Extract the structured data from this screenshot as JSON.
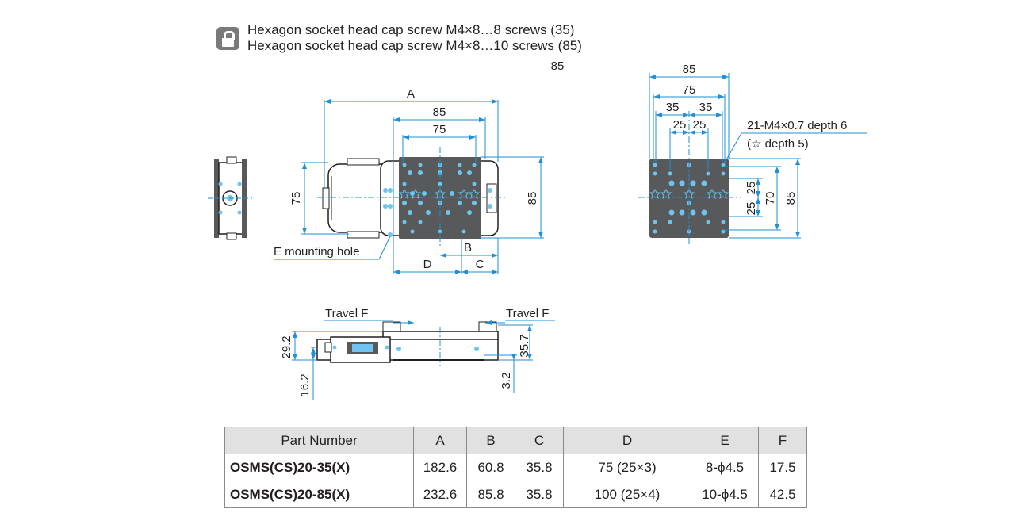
{
  "header": {
    "icon": "lock-icon",
    "line1": "Hexagon socket head cap screw M4×8…8 screws (35)",
    "line2": "Hexagon socket head cap screw M4×8…10 screws (85)",
    "clipped": "85"
  },
  "top_view": {
    "dim_A": "A",
    "dim_85": "85",
    "dim_75": "75",
    "dim_75_left": "75",
    "dim_85_right": "85",
    "dim_B": "B",
    "dim_C": "C",
    "dim_D": "D",
    "e_mounting_hole": "E mounting hole"
  },
  "right_view": {
    "dim_85_top": "85",
    "dim_75": "75",
    "dim_35_left": "35",
    "dim_35_right": "35",
    "dim_25_left": "25",
    "dim_25_right": "25",
    "tap_note_line1": "21-M4×0.7 depth 6",
    "tap_note_line2": "(☆ depth 5)",
    "dim_25_a": "25",
    "dim_25_b": "25",
    "dim_70": "70",
    "dim_85_side": "85"
  },
  "front_view": {
    "travel_left": "Travel F",
    "travel_right": "Travel F",
    "dim_29_2": "29.2",
    "dim_16_2": "16.2",
    "dim_35_7": "35.7",
    "dim_3_2": "3.2"
  },
  "colors": {
    "dimension": "#1f8fd6",
    "outline": "#231f20",
    "stage_fill": "#58595b",
    "hole": "#6ec3ef",
    "table_header": "#e1e1e1"
  },
  "table": {
    "headers": [
      "Part Number",
      "A",
      "B",
      "C",
      "D",
      "E",
      "F"
    ],
    "rows": [
      [
        "OSMS(CS)20-35(X)",
        "182.6",
        "60.8",
        "35.8",
        "75 (25×3)",
        "8-ϕ4.5",
        "17.5"
      ],
      [
        "OSMS(CS)20-85(X)",
        "232.6",
        "85.8",
        "35.8",
        "100 (25×4)",
        "10-ϕ4.5",
        "42.5"
      ]
    ]
  }
}
